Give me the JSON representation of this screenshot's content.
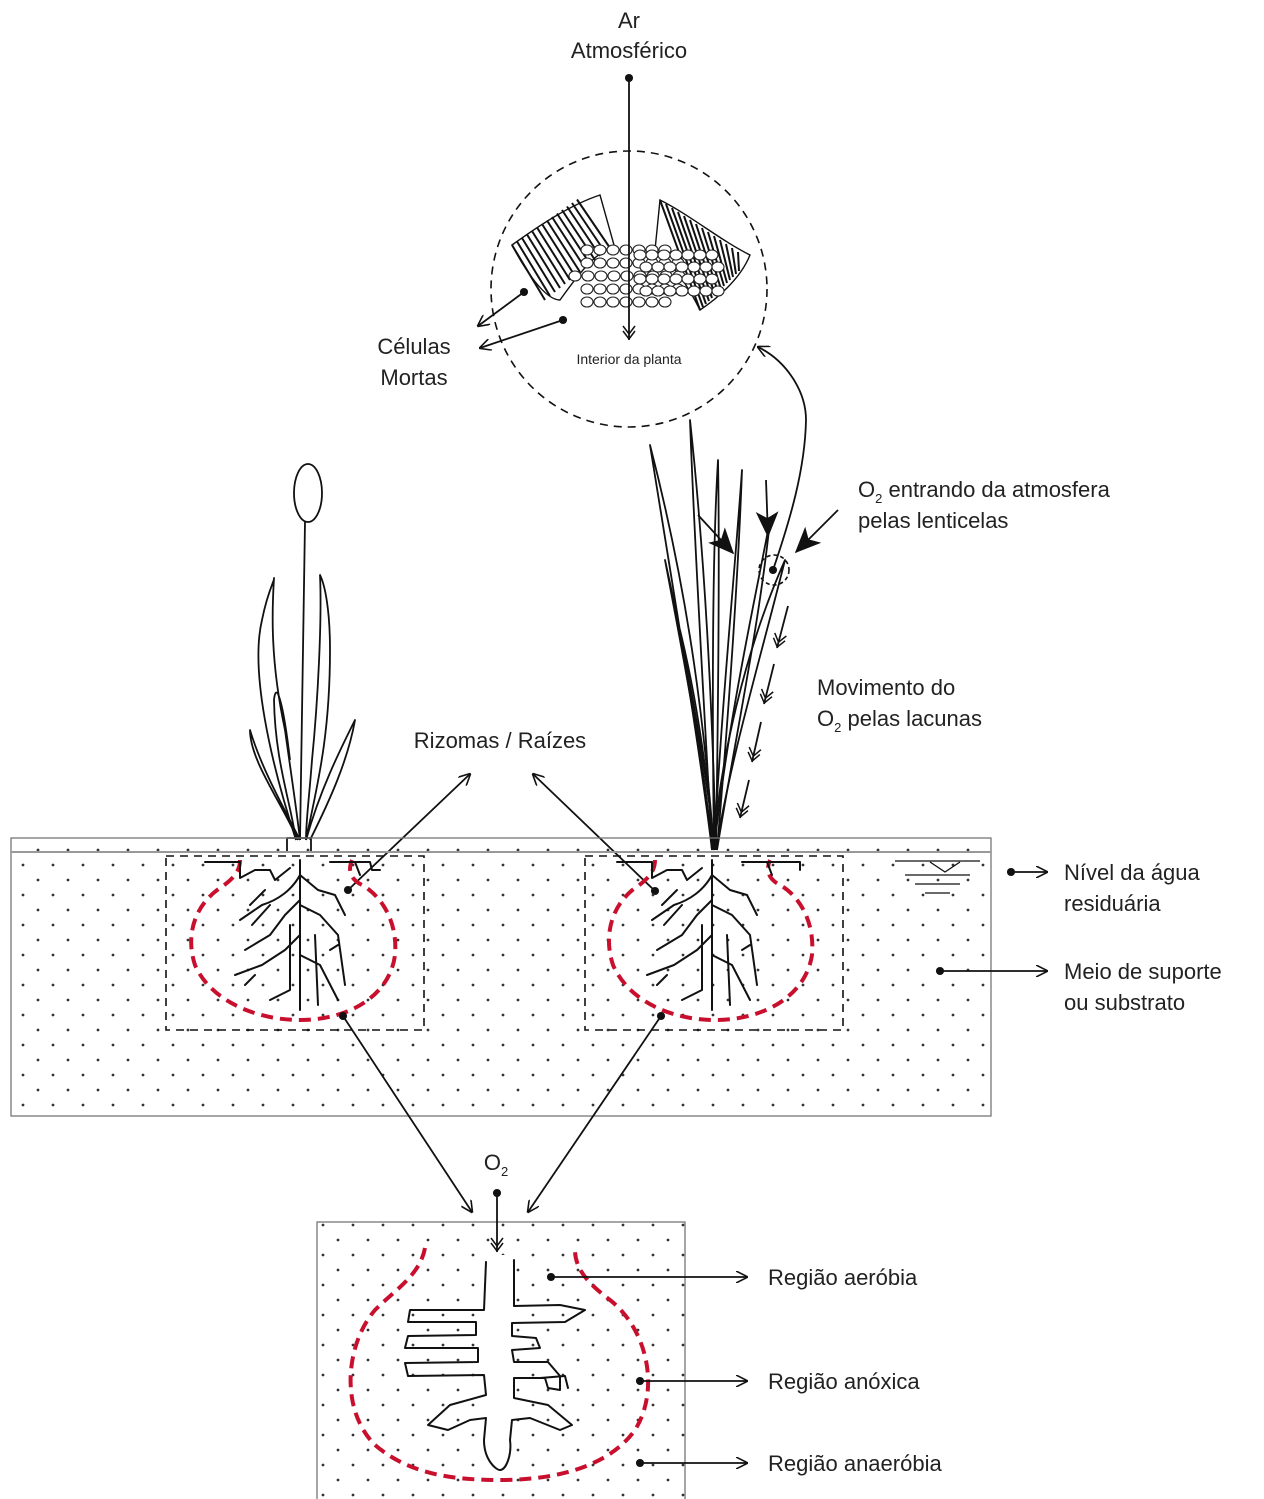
{
  "labels": {
    "ar_atmosferico_line1": "Ar",
    "ar_atmosferico_line2": "Atmosférico",
    "interior_planta": "Interior da planta",
    "celulas_mortas_line1": "Células",
    "celulas_mortas_line2": "Mortas",
    "o2_entrando_line1_pre": "O",
    "o2_entrando_line1_sub": "2",
    "o2_entrando_line1_post": " entrando da atmosfera",
    "o2_entrando_line2": "pelas lenticelas",
    "movimento_line1": "Movimento do",
    "movimento_line2_pre": "O",
    "movimento_line2_sub": "2",
    "movimento_line2_post": " pelas lacunas",
    "rizomas_raizes": "Rizomas / Raízes",
    "nivel_agua_line1": "Nível da água",
    "nivel_agua_line2": "residuária",
    "meio_suporte_line1": "Meio de suporte",
    "meio_suporte_line2": "ou substrato",
    "o2_detail_pre": "O",
    "o2_detail_sub": "2",
    "regiao_aerobia": "Região aeróbia",
    "regiao_anoxica": "Região anóxica",
    "regiao_anaerobia": "Região anaeróbia"
  },
  "colors": {
    "oxidized_zone": "#c8102e",
    "lines": "#111111",
    "background": "#ffffff"
  }
}
